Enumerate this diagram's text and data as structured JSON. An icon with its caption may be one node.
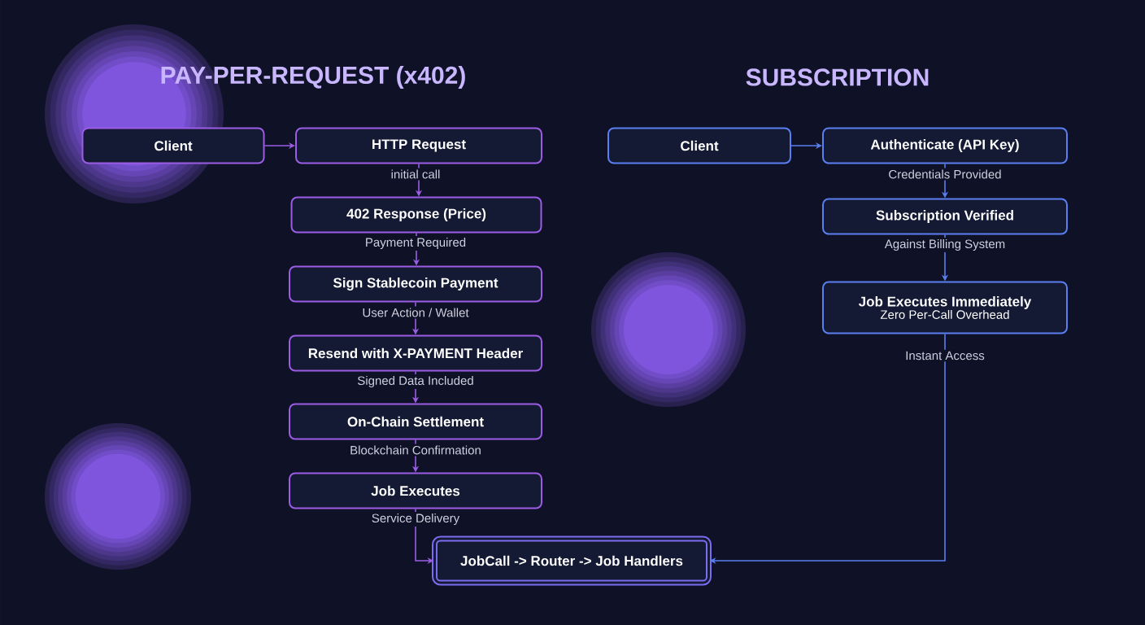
{
  "diagram": {
    "nodes": [
      {
        "text": [
          "Client"
        ]
      },
      {
        "text": [
          "HTTP Request"
        ]
      },
      {
        "text": [
          "402 Response (Price)"
        ]
      },
      {
        "text": [
          "Sign Stablecoin Payment"
        ]
      },
      {
        "text": [
          "Resend with X-PAYMENT Header"
        ]
      },
      {
        "text": [
          "On-Chain Settlement"
        ]
      },
      {
        "text": [
          "Job Executes"
        ]
      },
      {
        "text": [
          "Client"
        ]
      },
      {
        "text": [
          "Authenticate (API Key)"
        ]
      },
      {
        "text": [
          "Subscription Verified"
        ]
      },
      {
        "text": [
          "Job Executes Immediately",
          "Zero Per-Call Overhead"
        ]
      },
      {
        "text": [
          "JobCall -> Router -> Job Handlers"
        ]
      }
    ],
    "edges": [
      {
        "from": 0,
        "to": 1,
        "arrow": "to"
      },
      {
        "from": 1,
        "to": 2,
        "arrow": "to",
        "label": "initial call"
      },
      {
        "from": 2,
        "to": 3,
        "arrow": "to",
        "label": "Payment Required"
      },
      {
        "from": 3,
        "to": 4,
        "arrow": "to",
        "label": "User Action / Wallet"
      },
      {
        "from": 4,
        "to": 5,
        "arrow": "to",
        "label": "Signed Data Included"
      },
      {
        "from": 5,
        "to": 6,
        "arrow": "to",
        "label": "Blockchain Confirmation"
      },
      {
        "from": 6,
        "to": 11,
        "arrow": "to",
        "label": "Service Delivery"
      },
      {
        "from": 7,
        "to": 8,
        "arrow": "to",
        "color": "#5b7ff0"
      },
      {
        "from": 8,
        "to": 9,
        "arrow": "to",
        "label": "Credentials Provided",
        "color": "#5b7ff0"
      },
      {
        "from": 9,
        "to": 10,
        "arrow": "to",
        "label": "Against Billing System",
        "color": "#5b7ff0"
      },
      {
        "from": 10,
        "to": 11,
        "arrow": "to",
        "label": "Instant Access",
        "color": "#5b7ff0"
      }
    ],
    "labels": [
      "PAY-PER-REQUEST (x402)",
      "SUBSCRIPTION"
    ]
  }
}
